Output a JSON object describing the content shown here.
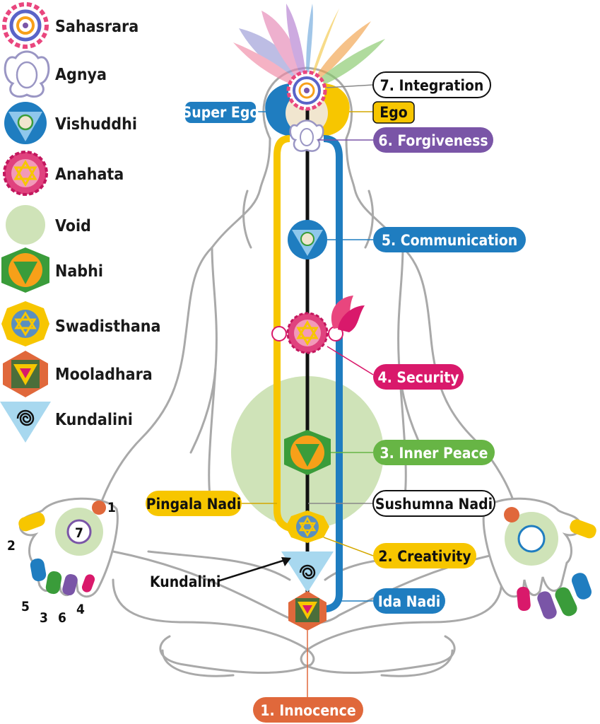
{
  "legend": [
    {
      "label": "Sahasrara",
      "icon": "sahasrara-icon"
    },
    {
      "label": "Agnya",
      "icon": "agnya-icon"
    },
    {
      "label": "Vishuddhi",
      "icon": "vishuddhi-icon"
    },
    {
      "label": "Anahata",
      "icon": "anahata-icon"
    },
    {
      "label": "Void",
      "icon": "void-icon"
    },
    {
      "label": "Nabhi",
      "icon": "nabhi-icon"
    },
    {
      "label": "Swadisthana",
      "icon": "swadisthana-icon"
    },
    {
      "label": "Mooladhara",
      "icon": "mooladhara-icon"
    },
    {
      "label": "Kundalini",
      "icon": "kundalini-icon"
    }
  ],
  "labels": {
    "integration": "7. Integration",
    "ego": "Ego",
    "super_ego": "Super Ego",
    "forgiveness": "6. Forgiveness",
    "communication": "5. Communication",
    "security": "4. Security",
    "inner_peace": "3. Inner Peace",
    "pingala": "Pingala Nadi",
    "sushumna": "Sushumna Nadi",
    "creativity": "2. Creativity",
    "kundalini": "Kundalini",
    "ida": "Ida Nadi",
    "innocence": "1. Innocence"
  },
  "left_hand_numbers": [
    "1",
    "2",
    "5",
    "3",
    "6",
    "4",
    "7"
  ],
  "colors": {
    "pingala": "#f7c600",
    "ida": "#1f7dc0",
    "sushumna": "#111111",
    "integration": "#ffffff",
    "forgiveness": "#7a55a7",
    "communication": "#1f7dc0",
    "security": "#d9196b",
    "inner_peace": "#67b545",
    "creativity": "#f7c600",
    "ida_label": "#1f7dc0",
    "innocence": "#e0683b",
    "void": "#cfe3b8",
    "body_outline": "#a9a9a9"
  }
}
